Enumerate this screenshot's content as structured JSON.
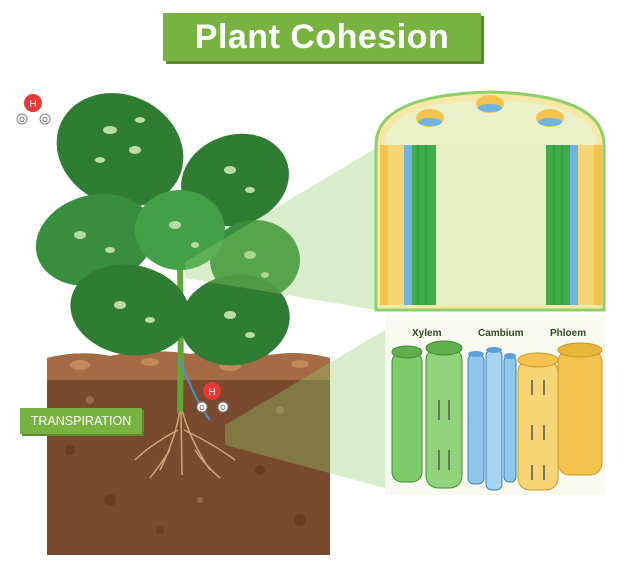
{
  "title": "Plant Cohesion",
  "transpiration_label": "TRANSPIRATION",
  "tissue_labels": {
    "xylem": "Xylem",
    "cambium": "Cambium",
    "phloem": "Phloem"
  },
  "molecule_labels": {
    "hydrogen": "H",
    "oxygen": "O"
  },
  "colors": {
    "title_green": "#78b341",
    "leaf_dark": "#2e7d32",
    "leaf_light": "#6abf4b",
    "soil": "#8a5a3b",
    "xylem": "#7ecb6a",
    "cambium": "#6fb3e0",
    "phloem": "#f4c34d"
  }
}
